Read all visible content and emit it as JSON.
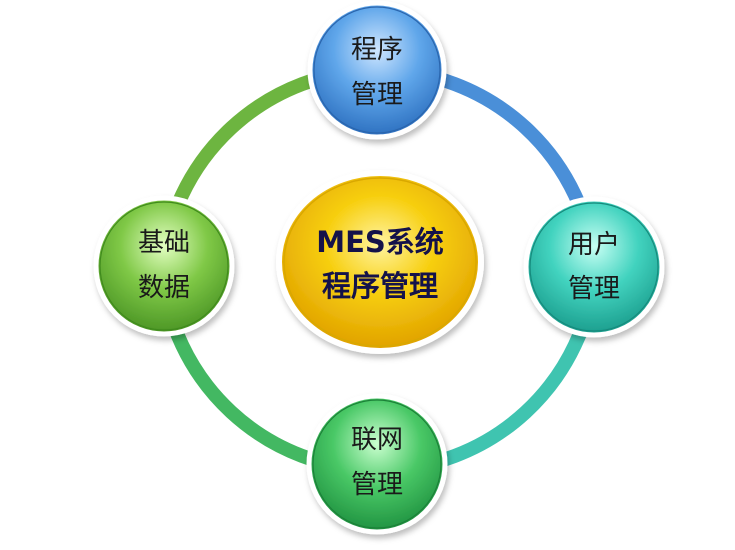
{
  "center": {
    "line1": "MES系统",
    "line2": "程序管理",
    "color": "#f5c400"
  },
  "nodes": {
    "top": {
      "line1": "程序",
      "line2": "管理",
      "color": "#4f9be0"
    },
    "right": {
      "line1": "用户",
      "line2": "管理",
      "color": "#33c7b4"
    },
    "bottom": {
      "line1": "联网",
      "line2": "管理",
      "color": "#3cbf5c"
    },
    "left": {
      "line1": "基础",
      "line2": "数据",
      "color": "#6fbb3c"
    }
  },
  "ring_colors": {
    "top_right": "#4a8fd8",
    "bottom_right": "#3fc4b0",
    "bottom_left": "#43b862",
    "top_left": "#6db540"
  }
}
